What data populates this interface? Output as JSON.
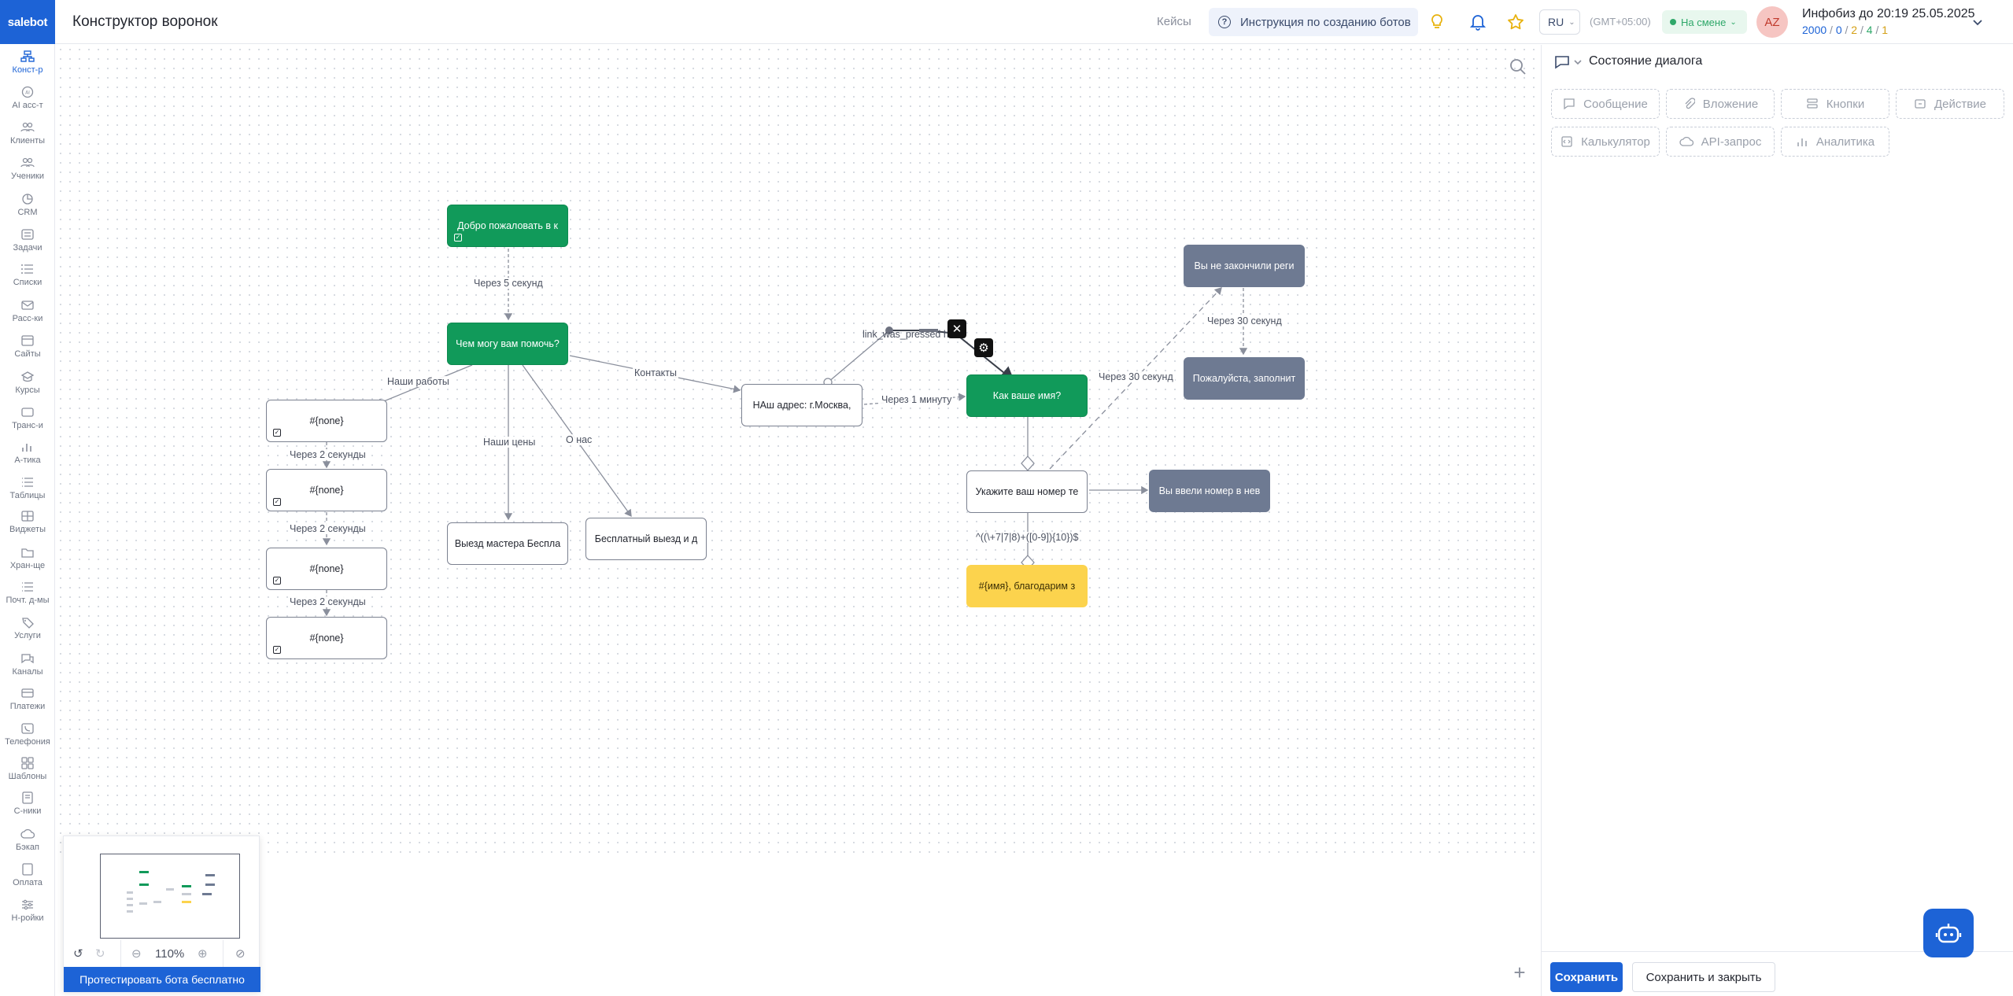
{
  "brand": {
    "logo": "salebot"
  },
  "sidebar": {
    "items": [
      {
        "label": "Конст-р",
        "icon": "constructor-icon"
      },
      {
        "label": "AI асс-т",
        "icon": "ai-icon"
      },
      {
        "label": "Клиенты",
        "icon": "clients-icon"
      },
      {
        "label": "Ученики",
        "icon": "students-icon"
      },
      {
        "label": "CRM",
        "icon": "crm-icon"
      },
      {
        "label": "Задачи",
        "icon": "tasks-icon"
      },
      {
        "label": "Списки",
        "icon": "lists-icon"
      },
      {
        "label": "Расс-ки",
        "icon": "mailing-icon"
      },
      {
        "label": "Сайты",
        "icon": "sites-icon"
      },
      {
        "label": "Курсы",
        "icon": "courses-icon"
      },
      {
        "label": "Транс-и",
        "icon": "broadcasts-icon"
      },
      {
        "label": "А-тика",
        "icon": "analytics-icon"
      },
      {
        "label": "Таблицы",
        "icon": "tables-icon"
      },
      {
        "label": "Виджеты",
        "icon": "widgets-icon"
      },
      {
        "label": "Хран-ще",
        "icon": "storage-icon"
      },
      {
        "label": "Почт. д-мы",
        "icon": "mail-domains-icon"
      },
      {
        "label": "Услуги",
        "icon": "services-icon"
      },
      {
        "label": "Каналы",
        "icon": "channels-icon"
      },
      {
        "label": "Платежи",
        "icon": "payments-icon"
      },
      {
        "label": "Телефония",
        "icon": "telephony-icon"
      },
      {
        "label": "Шаблоны",
        "icon": "templates-icon"
      },
      {
        "label": "С-ники",
        "icon": "directories-icon"
      },
      {
        "label": "Бэкап",
        "icon": "backup-icon"
      },
      {
        "label": "Оплата",
        "icon": "billing-icon"
      },
      {
        "label": "Н-ройки",
        "icon": "settings-icon"
      }
    ]
  },
  "header": {
    "title": "Конструктор воронок",
    "cases": "Кейсы",
    "guide": "Инструкция по созданию ботов",
    "lang": "RU",
    "timezone": "(GMT+05:00)",
    "shift": "На смене",
    "avatar": "AZ",
    "account_title": "Инфобиз до 20:19 25.05.2025",
    "stats": {
      "a": "2000",
      "b": "0",
      "c": "2",
      "d": "4",
      "e": "1",
      "sep": " / "
    }
  },
  "colors": {
    "accent": "#1d63d6",
    "green_node": "#119a5a",
    "gray_node": "#6e7a92",
    "yellow_node": "#fcd34d",
    "stat_yellow": "#d4a017",
    "stat_green": "#2fa86a"
  },
  "canvas": {
    "nodes": {
      "welcome": "Добро пожаловать в к",
      "help": "Чем могу вам помочь?",
      "none1": "#{none}",
      "none2": "#{none}",
      "none3": "#{none}",
      "none4": "#{none}",
      "master": "Выезд мастера Беспла",
      "free": "Бесплатный выезд и д",
      "address": "НАш адрес: г.Москва,",
      "name": "Как ваше имя?",
      "phone": "Укажите ваш номер те",
      "notfinished": "Вы не закончили реги",
      "please": "Пожалуйста, заполнит",
      "invalid": "Вы ввели номер в нев",
      "thanks": "#{имя}, благодарим з"
    },
    "edges": {
      "e5sec": "Через 5 секунд",
      "works": "Наши работы",
      "contacts": "Контакты",
      "prices": "Наши цены",
      "about": "О нас",
      "twosec1": "Через 2 секунды",
      "twosec2": "Через 2 секунды",
      "twosec3": "Через 2 секунды",
      "oneminute": "Через 1 минуту",
      "linkpressed": "link_was_pressed h",
      "thirty1": "Через 30 секунд",
      "thirty2": "Через 30 секунд",
      "regex": "^((\\+7|7|8)+([0-9]){10})$"
    }
  },
  "minimap": {
    "zoom": "110%",
    "test_button": "Протестировать бота бесплатно"
  },
  "panel": {
    "title": "Состояние диалога",
    "blocks": [
      "Сообщение",
      "Вложение",
      "Кнопки",
      "Действие",
      "Калькулятор",
      "API-запрос",
      "Аналитика"
    ],
    "save": "Сохранить",
    "save_close": "Сохранить и закрыть"
  }
}
